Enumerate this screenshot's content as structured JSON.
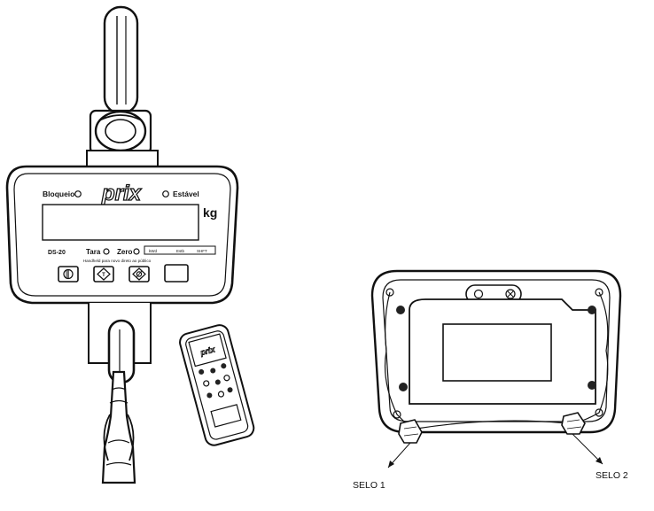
{
  "scale": {
    "indicator_left": "Bloqueio",
    "indicator_right": "Estável",
    "unit": "kg",
    "model": "DS-20",
    "tare_label": "Tara",
    "zero_label": "Zero",
    "status_cells": [
      "kWd",
      "Estb",
      "SHFT"
    ],
    "footer_text": "Handheld para novo direto ao público"
  },
  "seals": {
    "seal1": "SELO 1",
    "seal2": "SELO 2"
  }
}
